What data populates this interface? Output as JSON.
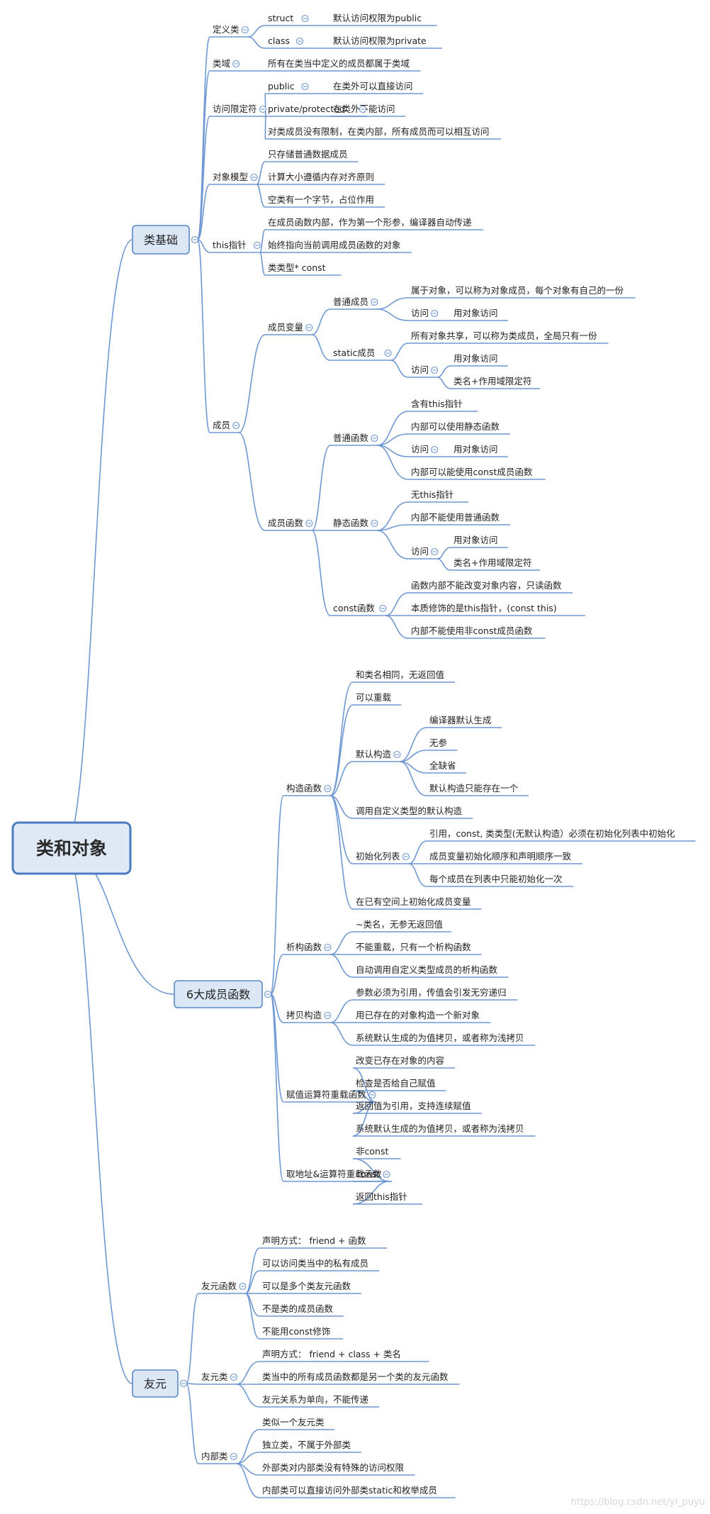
{
  "root": "类和对象",
  "watermark": "https://blog.csdn.net/yl_puyu",
  "colors": {
    "line": "#6f98d2",
    "box_fill": "#dbe7f5",
    "box_stroke": "#5a87c5",
    "root_fill": "#dfe9f6",
    "root_stroke": "#4a7cc0",
    "text": "#222222"
  },
  "sections": [
    {
      "label": "类基础",
      "children": [
        {
          "label": "定义类",
          "children": [
            {
              "label": "struct",
              "children": [
                {
                  "label": "默认访问权限为public"
                }
              ]
            },
            {
              "label": "class",
              "children": [
                {
                  "label": "默认访问权限为private"
                }
              ]
            }
          ]
        },
        {
          "label": "类域",
          "children": [
            {
              "label": "所有在类当中定义的成员都属于类域"
            }
          ]
        },
        {
          "label": "访问限定符",
          "children": [
            {
              "label": "public",
              "children": [
                {
                  "label": "在类外可以直接访问"
                }
              ]
            },
            {
              "label": "private/protected",
              "children": [
                {
                  "label": "在类外不能访问"
                }
              ]
            },
            {
              "label": "对类成员没有限制，在类内部，所有成员而可以相互访问"
            }
          ]
        },
        {
          "label": "对象模型",
          "children": [
            {
              "label": "只存储普通数据成员"
            },
            {
              "label": "计算大小遵循内存对齐原则"
            },
            {
              "label": "空类有一个字节，占位作用"
            }
          ]
        },
        {
          "label": "this指针",
          "children": [
            {
              "label": "在成员函数内部，作为第一个形参，编译器自动传递"
            },
            {
              "label": "始终指向当前调用成员函数的对象"
            },
            {
              "label": "类类型* const"
            }
          ]
        },
        {
          "label": "成员",
          "children": [
            {
              "label": "成员变量",
              "children": [
                {
                  "label": "普通成员",
                  "children": [
                    {
                      "label": "属于对象，可以称为对象成员，每个对象有自己的一份"
                    },
                    {
                      "label": "访问",
                      "children": [
                        {
                          "label": "用对象访问"
                        }
                      ]
                    }
                  ]
                },
                {
                  "label": "static成员",
                  "children": [
                    {
                      "label": "所有对象共享，可以称为类成员，全局只有一份"
                    },
                    {
                      "label": "访问",
                      "children": [
                        {
                          "label": "用对象访问"
                        },
                        {
                          "label": "类名+作用域限定符"
                        }
                      ]
                    }
                  ]
                }
              ]
            },
            {
              "label": "成员函数",
              "children": [
                {
                  "label": "普通函数",
                  "children": [
                    {
                      "label": "含有this指针"
                    },
                    {
                      "label": "内部可以使用静态函数"
                    },
                    {
                      "label": "访问",
                      "children": [
                        {
                          "label": "用对象访问"
                        }
                      ]
                    },
                    {
                      "label": "内部可以能使用const成员函数"
                    }
                  ]
                },
                {
                  "label": "静态函数",
                  "children": [
                    {
                      "label": "无this指针"
                    },
                    {
                      "label": "内部不能使用普通函数"
                    },
                    {
                      "label": "访问",
                      "children": [
                        {
                          "label": "用对象访问"
                        },
                        {
                          "label": "类名+作用域限定符"
                        }
                      ]
                    }
                  ]
                },
                {
                  "label": "const函数",
                  "children": [
                    {
                      "label": "函数内部不能改变对象内容，只读函数"
                    },
                    {
                      "label": "本质修饰的是this指针，(const this)"
                    },
                    {
                      "label": "内部不能使用非const成员函数"
                    }
                  ]
                }
              ]
            }
          ]
        }
      ]
    },
    {
      "label": "6大成员函数",
      "children": [
        {
          "label": "构造函数",
          "children": [
            {
              "label": "和类名相同，无返回值"
            },
            {
              "label": "可以重载"
            },
            {
              "label": "默认构造",
              "children": [
                {
                  "label": "编译器默认生成"
                },
                {
                  "label": "无参"
                },
                {
                  "label": "全缺省"
                },
                {
                  "label": "默认构造只能存在一个"
                }
              ]
            },
            {
              "label": "调用自定义类型的默认构造"
            },
            {
              "label": "初始化列表",
              "children": [
                {
                  "label": "引用，const, 类类型(无默认构造）必须在初始化列表中初始化"
                },
                {
                  "label": "成员变量初始化顺序和声明顺序一致"
                },
                {
                  "label": "每个成员在列表中只能初始化一次"
                }
              ]
            },
            {
              "label": "在已有空间上初始化成员变量"
            }
          ]
        },
        {
          "label": "析构函数",
          "children": [
            {
              "label": "~类名，无参无返回值"
            },
            {
              "label": "不能重载，只有一个析构函数"
            },
            {
              "label": "自动调用自定义类型成员的析构函数"
            }
          ]
        },
        {
          "label": "拷贝构造",
          "children": [
            {
              "label": "参数必须为引用，传值会引发无穷递归"
            },
            {
              "label": "用已存在的对象构造一个新对象"
            },
            {
              "label": "系统默认生成的为值拷贝，或者称为浅拷贝"
            }
          ]
        },
        {
          "label": "赋值运算符重载函数",
          "children": [
            {
              "label": "改变已存在对象的内容"
            },
            {
              "label": "检查是否给自己赋值"
            },
            {
              "label": "返回值为引用，支持连续赋值"
            },
            {
              "label": "系统默认生成的为值拷贝，或者称为浅拷贝"
            }
          ]
        },
        {
          "label": "取地址&运算符重载函数",
          "children": [
            {
              "label": "非const"
            },
            {
              "label": "const"
            },
            {
              "label": "返回this指针"
            }
          ]
        }
      ]
    },
    {
      "label": "友元",
      "children": [
        {
          "label": "友元函数",
          "children": [
            {
              "label": "声明方式： friend + 函数"
            },
            {
              "label": "可以访问类当中的私有成员"
            },
            {
              "label": "可以是多个类友元函数"
            },
            {
              "label": "不是类的成员函数"
            },
            {
              "label": "不能用const修饰"
            }
          ]
        },
        {
          "label": "友元类",
          "children": [
            {
              "label": "声明方式： friend + class + 类名"
            },
            {
              "label": "类当中的所有成员函数都是另一个类的友元函数"
            },
            {
              "label": "友元关系为单向，不能传递"
            }
          ]
        },
        {
          "label": "内部类",
          "children": [
            {
              "label": "类似一个友元类"
            },
            {
              "label": "独立类，不属于外部类"
            },
            {
              "label": "外部类对内部类没有特殊的访问权限"
            },
            {
              "label": "内部类可以直接访问外部类static和枚举成员"
            }
          ]
        }
      ]
    }
  ]
}
